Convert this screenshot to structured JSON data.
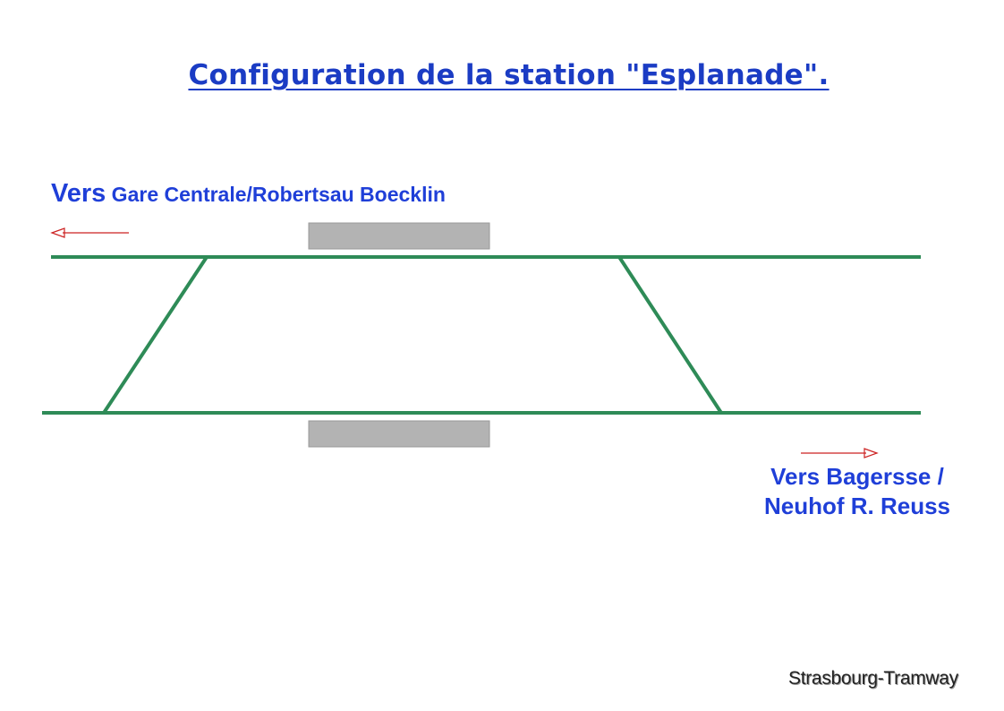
{
  "title": "Configuration de la station \"Esplanade\".",
  "destinations": {
    "left": {
      "vers": "Vers",
      "place": " Gare Centrale/Robertsau Boecklin"
    },
    "right": {
      "line1": "Vers Bagersse /",
      "line2": "Neuhof R. Reuss"
    }
  },
  "credit": "Strasbourg-Tramway",
  "colors": {
    "title": "#1b3cc4",
    "text": "#1f3fd8",
    "track": "#2e8b57",
    "platform": "#b3b3b3",
    "arrow": "#cc2222"
  }
}
